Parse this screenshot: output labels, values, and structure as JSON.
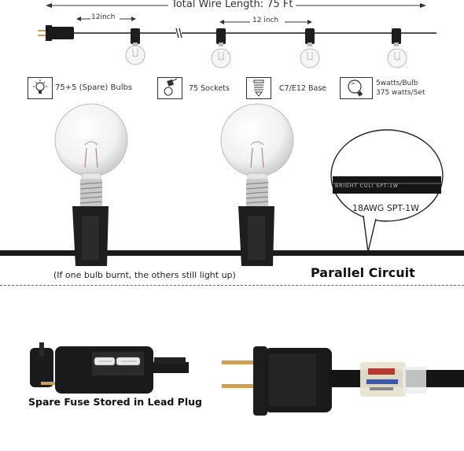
{
  "header": {
    "total_wire_label": "Total Wire Length: 75 Ft",
    "spacing_left": "12inch",
    "spacing_right": "12 inch"
  },
  "specs": [
    {
      "icon": "bulb-icon",
      "label": "75+5 (Spare) Bulbs"
    },
    {
      "icon": "socket-icon",
      "label": "75 Sockets"
    },
    {
      "icon": "e12-base-icon",
      "label": "C7/E12 Base"
    },
    {
      "icon": "wattage-bulb-icon",
      "label_line1": "5watts/Bulb",
      "label_line2": "375 watts/Set"
    }
  ],
  "circuit": {
    "wire_gauge": "18AWG SPT-1W",
    "wire_print": "BRIGHT  CULI  SPT-1W",
    "note": "(If one bulb burnt, the others still light up)",
    "title": "Parallel Circuit"
  },
  "plug": {
    "caption": "Spare Fuse Stored in Lead Plug"
  },
  "colors": {
    "wire": "#1a1a1a",
    "socket": "#1e1e1e",
    "glass": "#f4f4f4",
    "prong": "#c8a25a"
  }
}
